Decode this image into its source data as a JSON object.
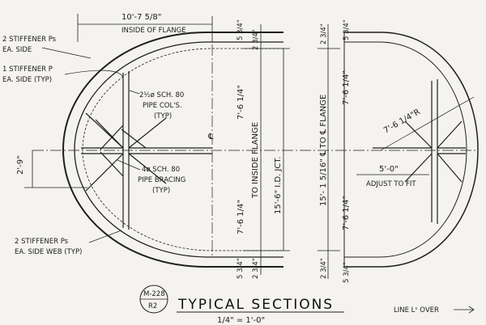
{
  "drawing": {
    "top_dim": "10'-7 5/8\"",
    "top_dim_note": "INSIDE OF FLANGE",
    "callout_stiff_2_side": [
      "2 STIFFENER Ps",
      "EA. SIDE"
    ],
    "callout_stiff_1_side": [
      "1 STIFFENER P",
      "EA. SIDE (TYP)"
    ],
    "callout_pipe_cols": [
      "2½ø SCH. 80",
      "PIPE COL'S.",
      "(TYP)"
    ],
    "callout_pipe_brace": [
      "4ø SCH. 80",
      "PIPE BRACING",
      "(TYP)"
    ],
    "callout_stiff_web": [
      "2 STIFFENER Ps",
      "EA. SIDE WEB (TYP)"
    ],
    "left_dim": "2'-9\"",
    "dim_top_5": "5 3/4\"",
    "dim_top_2": "2 3/4\"",
    "dim_upper": "7'-6 1/4\"",
    "dim_lower": "7'-6 1/4\"",
    "dim_bot_2": "2 3/4\"",
    "dim_bot_5": "5 3/4\"",
    "text_inside_flange": "TO INSIDE FLANGE",
    "text_id_jct": "15'-6\" I.D. JCT.",
    "right_dim_top_2": "2 3/4\"",
    "right_dim_top_5": "5 3/4\"",
    "right_dim_upper": "7'-6 1/4\"",
    "right_dim_lower": "7'-6 1/4\"",
    "right_dim_bot_2": "2 3/4\"",
    "right_dim_bot_5": "5 3/4\"",
    "text_cl_flange": "15'- 1 5/16\"  ℄ TO ℄ FLANGE",
    "radius": "7'-6 1/4\"R",
    "dim_5_0": "5'-0\"",
    "adjust": "ADJUST TO FIT",
    "stamp_top": "M-228",
    "stamp_bot": "R2",
    "section_title": "TYPICAL SECTIONS",
    "scale": "1/4\" = 1'-0\"",
    "line_note": "LINE Lˢ OVER"
  }
}
